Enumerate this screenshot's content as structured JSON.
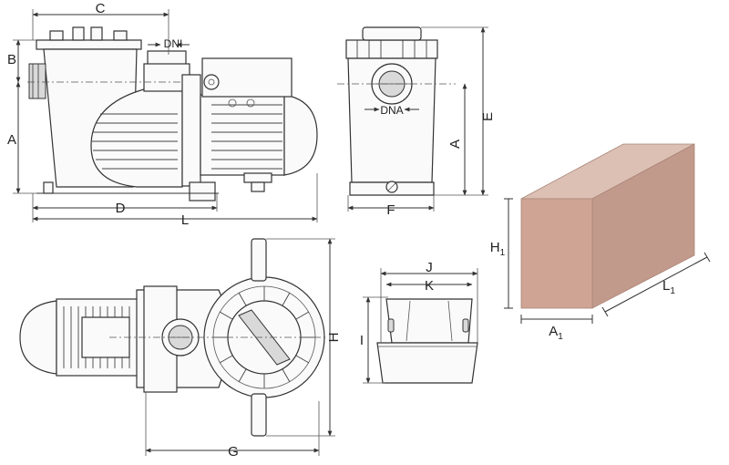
{
  "labels": {
    "C": "C",
    "B": "B",
    "DNI": "DNI",
    "A_side": "A",
    "D": "D",
    "L": "L",
    "DNA": "DNA",
    "E": "E",
    "A_front": "A",
    "F": "F",
    "H": "H",
    "G": "G",
    "J": "J",
    "K": "K",
    "I": "I",
    "H1_main": "H",
    "H1_sub": "1",
    "L1_main": "L",
    "L1_sub": "1",
    "A1_main": "A",
    "A1_sub": "1"
  },
  "colors": {
    "box_front": "#cfa495",
    "box_top": "#dcc0b4",
    "box_side": "#c29a8c",
    "line": "#333333"
  }
}
